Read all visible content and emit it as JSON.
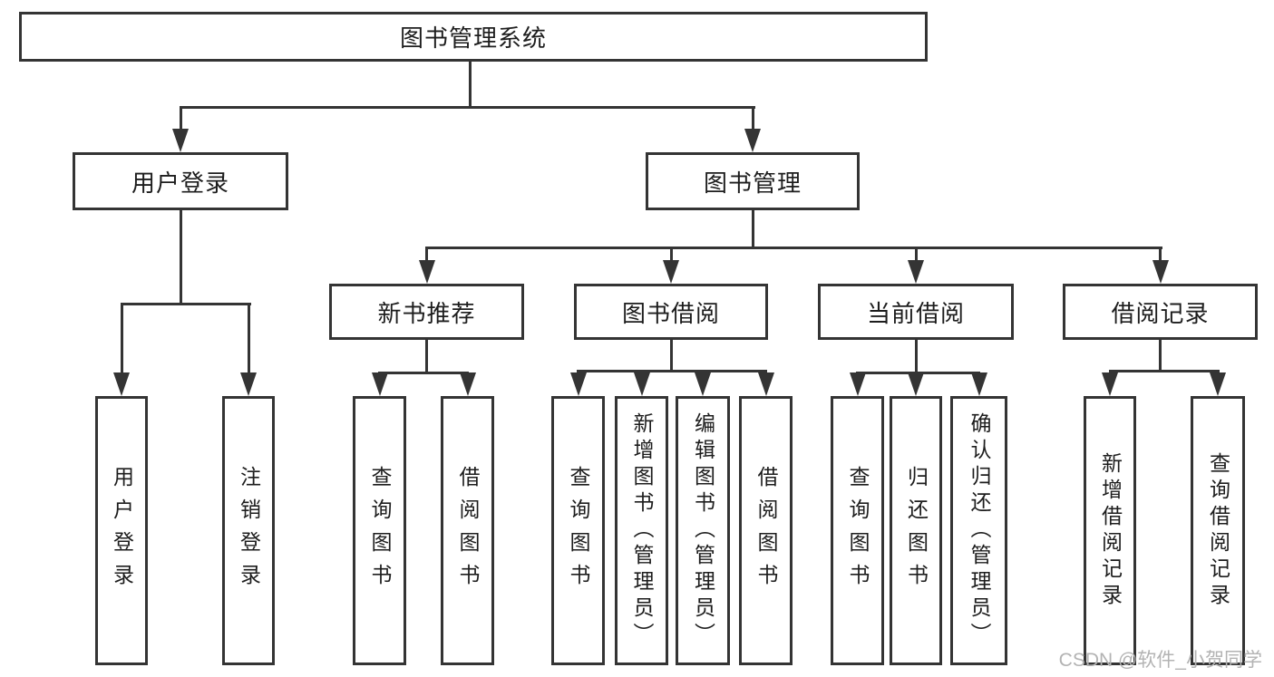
{
  "tree": {
    "root": {
      "label": "图书管理系统",
      "children": [
        {
          "label": "用户登录",
          "children": [
            {
              "label": "用户登录"
            },
            {
              "label": "注销登录"
            }
          ]
        },
        {
          "label": "图书管理",
          "children": [
            {
              "label": "新书推荐",
              "children": [
                {
                  "label": "查询图书"
                },
                {
                  "label": "借阅图书"
                }
              ]
            },
            {
              "label": "图书借阅",
              "children": [
                {
                  "label": "查询图书"
                },
                {
                  "label": "新增图书（管理员）"
                },
                {
                  "label": "编辑图书（管理员）"
                },
                {
                  "label": "借阅图书"
                }
              ]
            },
            {
              "label": "当前借阅",
              "children": [
                {
                  "label": "查询图书"
                },
                {
                  "label": "归还图书"
                },
                {
                  "label": "确认归还（管理员）"
                }
              ]
            },
            {
              "label": "借阅记录",
              "children": [
                {
                  "label": "新增借阅记录"
                },
                {
                  "label": "查询借阅记录"
                }
              ]
            }
          ]
        }
      ]
    }
  },
  "watermark": {
    "text": "CSDN @软件_小贺同学"
  },
  "colors": {
    "line": "#343434",
    "text": "#1d1d1d",
    "watermark": "#b3b3b3",
    "background": "#ffffff"
  }
}
